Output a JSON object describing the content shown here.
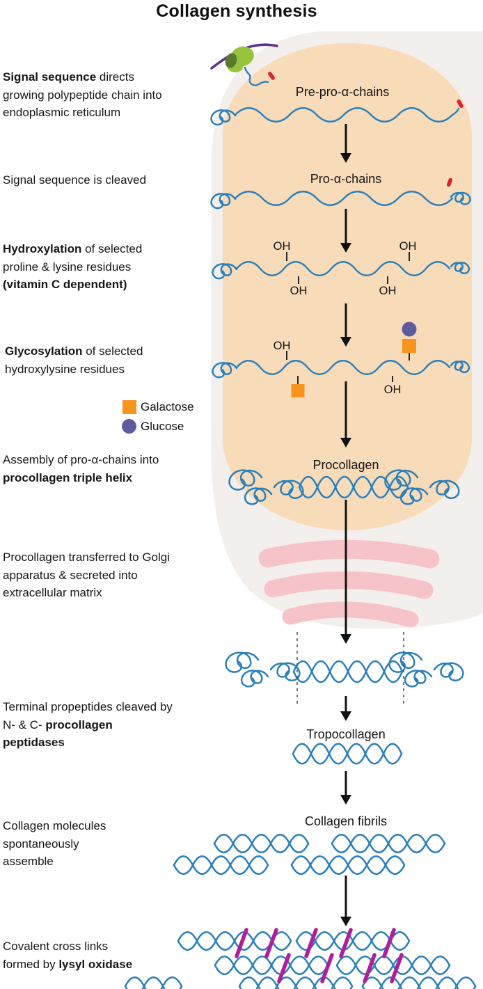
{
  "title": "Collagen synthesis",
  "annotations": {
    "signal": {
      "bold": "Signal sequence",
      "rest": " directs growing polypeptide chain into endoplasmic reticulum"
    },
    "cleaved": {
      "text": "Signal sequence is cleaved"
    },
    "hydroxylation": {
      "bold": "Hydroxylation",
      "mid": " of selected proline & lysine residues ",
      "bold2": "(vitamin C dependent)"
    },
    "glycosylation": {
      "bold": "Glycosylation",
      "rest": " of selected hydroxylysine residues"
    },
    "assembly": {
      "rest": "Assembly of pro-α-chains into ",
      "bold": "procollagen triple helix"
    },
    "golgi": {
      "text": "Procollagen transferred to Golgi apparatus & secreted into extracellular matrix"
    },
    "propeptides": {
      "rest": "Terminal propeptides cleaved by N- & C- ",
      "bold": "procollagen peptidases"
    },
    "assemble": {
      "text": "Collagen molecules spontaneously assemble"
    },
    "crosslinks": {
      "rest": "Covalent cross links formed by ",
      "bold": "lysyl oxidase"
    }
  },
  "stages": {
    "pre_pro": "Pre-pro-α-chains",
    "pro": "Pro-α-chains",
    "procollagen": "Procollagen",
    "tropocollagen": "Tropocollagen",
    "fibrils": "Collagen fibrils"
  },
  "labels": {
    "oh": "OH"
  },
  "legend": {
    "galactose": "Galactose",
    "glucose": "Glucose"
  },
  "colors": {
    "chain": "#2b7fba",
    "er": "#f8dcba",
    "cell": "#f2efec",
    "golgi": "#f6c3c8",
    "galactose": "#f7941e",
    "glucose": "#5d5b9e",
    "crosslink": "#b01f9b",
    "signal_red": "#d8262c",
    "ribosome_light": "#97c23c",
    "ribosome_dark": "#5a7a2e",
    "mrna": "#5f3191",
    "arrow": "#111111"
  }
}
